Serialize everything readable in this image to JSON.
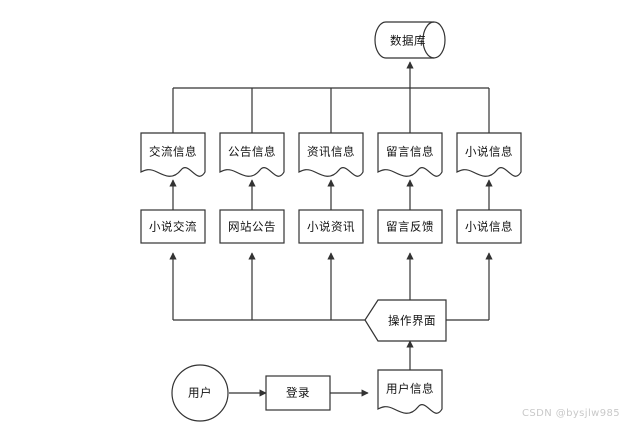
{
  "diagram": {
    "title": "",
    "type": "system-architecture-flowchart",
    "colors": {
      "stroke": "#333333",
      "fill": "#ffffff",
      "text": "#111111",
      "watermark": "#c9c9c9"
    },
    "database": {
      "label": "数据库",
      "shape": "cylinder"
    },
    "data_layer": {
      "shape": "document",
      "nodes": [
        {
          "label": "交流信息"
        },
        {
          "label": "公告信息"
        },
        {
          "label": "资讯信息"
        },
        {
          "label": "留言信息"
        },
        {
          "label": "小说信息"
        }
      ]
    },
    "module_layer": {
      "shape": "rectangle",
      "nodes": [
        {
          "label": "小说交流"
        },
        {
          "label": "网站公告"
        },
        {
          "label": "小说资讯"
        },
        {
          "label": "留言反馈"
        },
        {
          "label": "小说信息"
        }
      ]
    },
    "interface": {
      "label": "操作界面",
      "shape": "pennant"
    },
    "entry_flow": {
      "actor": {
        "label": "用户",
        "shape": "circle"
      },
      "action": {
        "label": "登录",
        "shape": "rectangle"
      },
      "result": {
        "label": "用户信息",
        "shape": "document"
      }
    }
  },
  "watermark": {
    "text": "CSDN @bysjlw985"
  }
}
